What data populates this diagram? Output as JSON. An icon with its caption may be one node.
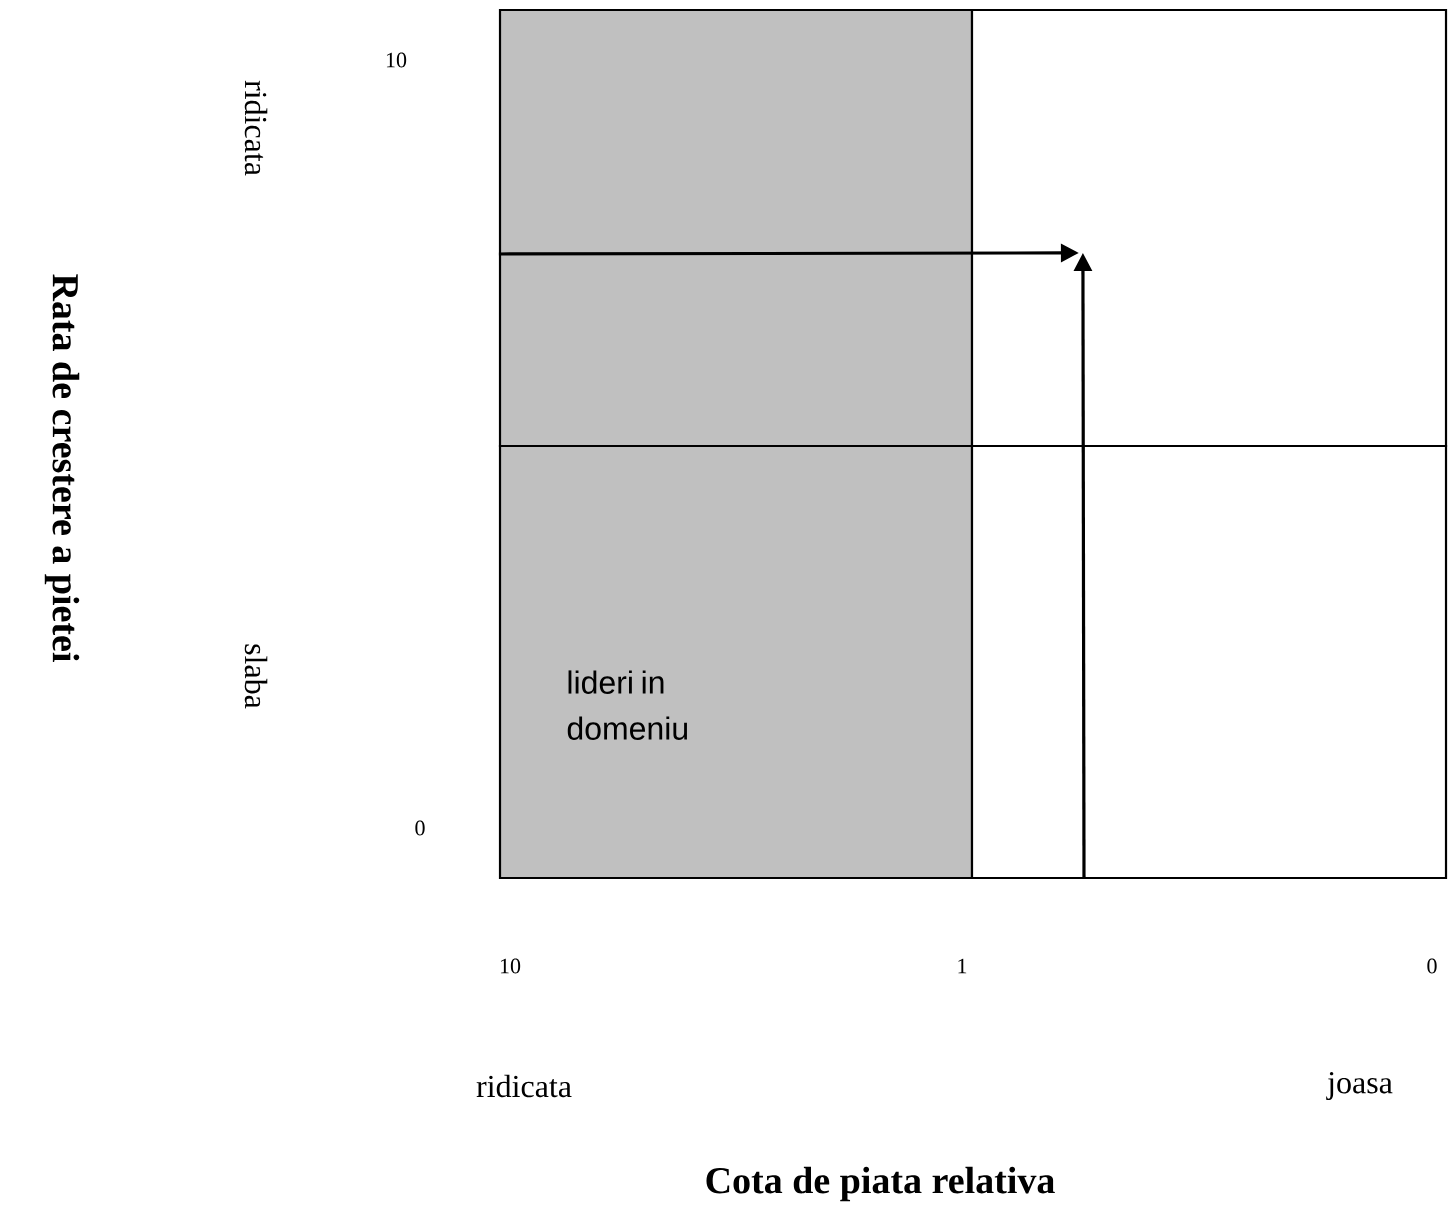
{
  "diagram": {
    "nodes": [
      {
        "text": [],
        "shape": "box"
      },
      {
        "text": [],
        "shape": "box"
      },
      {
        "text": [
          "lideri in domeniu"
        ]
      },
      {
        "text": [],
        "shape": "box"
      }
    ],
    "edges": [
      {
        "from": 0,
        "to": 1,
        "arrow": "to"
      },
      {
        "from": 3,
        "to": 1,
        "arrow": "to"
      }
    ],
    "labels": [
      "10",
      "ridicata",
      "Rata de crestere a pietei",
      "slaba",
      "0",
      "10",
      "1",
      "0",
      "ridicata",
      "joasa",
      "Cota de piata relativa"
    ]
  }
}
